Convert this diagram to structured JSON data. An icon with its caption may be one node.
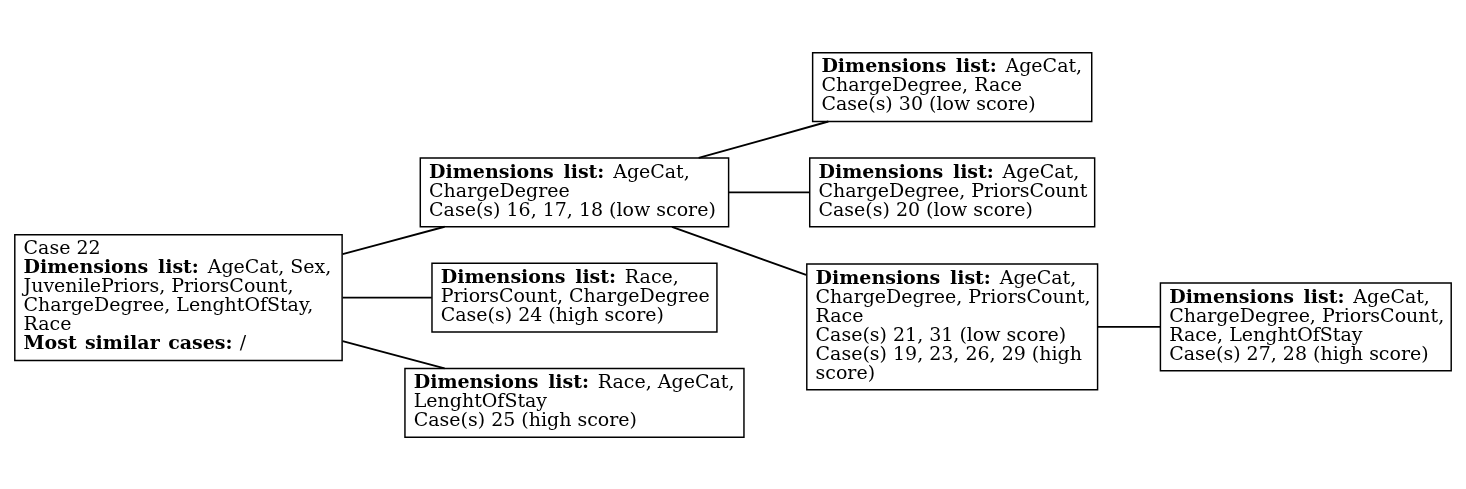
{
  "diagram": {
    "nodes": [
      {
        "text": [
          "Case 22",
          "**Dimensions list:** AgeCat, Sex, JuvenilePriors, PriorsCount, ChargeDegree, LenghtOfStay, Race",
          "**Most similar cases:** /"
        ]
      },
      {
        "text": [
          "**Dimensions list:** AgeCat, ChargeDegree",
          "Case(s) 16, 17, 18 (low score)"
        ]
      },
      {
        "text": [
          "**Dimensions list:** Race, PriorsCount, ChargeDegree",
          "Case(s) 24 (high score)"
        ]
      },
      {
        "text": [
          "**Dimensions list:** Race, AgeCat, LenghtOfStay",
          "Case(s) 25 (high score)"
        ]
      },
      {
        "text": [
          "**Dimensions list:** AgeCat, ChargeDegree, Race",
          "Case(s) 30 (low score)"
        ]
      },
      {
        "text": [
          "**Dimensions list:** AgeCat, ChargeDegree, PriorsCount",
          "Case(s) 20 (low score)"
        ]
      },
      {
        "text": [
          "**Dimensions list:** AgeCat, ChargeDegree, PriorsCount, Race",
          "Case(s) 21, 31 (low score)",
          "Case(s) 19, 23, 26, 29 (high score)"
        ]
      },
      {
        "text": [
          "**Dimensions list:** AgeCat, ChargeDegree, PriorsCount, Race, LenghtOfStay",
          "Case(s) 27, 28 (high score)"
        ]
      }
    ],
    "edges": [
      {
        "from": 0,
        "to": 1,
        "arrow": "none"
      },
      {
        "from": 0,
        "to": 2,
        "arrow": "none"
      },
      {
        "from": 0,
        "to": 3,
        "arrow": "none"
      },
      {
        "from": 1,
        "to": 4,
        "arrow": "none"
      },
      {
        "from": 1,
        "to": 5,
        "arrow": "none"
      },
      {
        "from": 1,
        "to": 6,
        "arrow": "none"
      },
      {
        "from": 6,
        "to": 7,
        "arrow": "none"
      }
    ]
  }
}
